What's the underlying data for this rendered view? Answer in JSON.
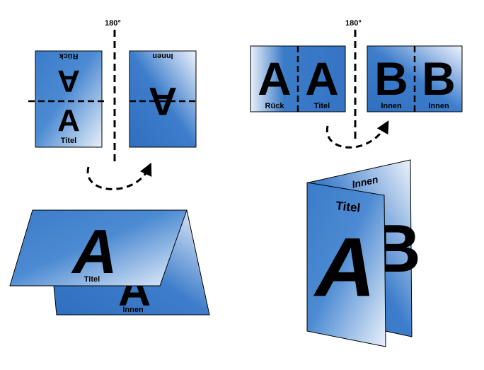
{
  "colors": {
    "accent": "#3b7cc9",
    "light": "#eef3fa",
    "line": "#000000"
  },
  "left": {
    "rotation": "180°",
    "card1": {
      "top_letter": "A",
      "bottom_letter": "A",
      "top_label": "Rück",
      "bottom_label": "Titel"
    },
    "card2": {
      "letter": "A",
      "label": "Innen"
    },
    "folded": {
      "front_letter": "A",
      "front_label": "Titel",
      "back_letter": "A",
      "back_label": "Innen"
    }
  },
  "right": {
    "rotation": "180°",
    "strip1": {
      "letter_left": "A",
      "letter_right": "A",
      "label_left": "Rück",
      "label_right": "Titel"
    },
    "strip2": {
      "letter_left": "B",
      "letter_right": "B",
      "label_left": "Innen",
      "label_right": "Innen"
    },
    "folded": {
      "front_letter": "A",
      "front_label": "Titel",
      "back_letter": "B",
      "back_label": "Innen"
    }
  }
}
